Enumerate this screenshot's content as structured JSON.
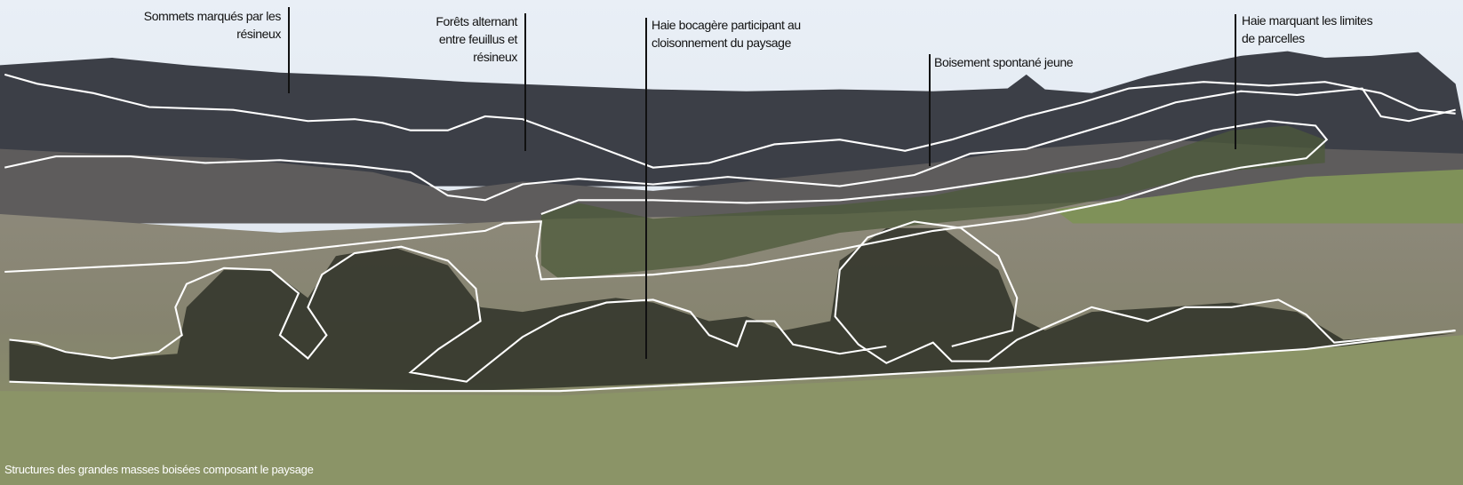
{
  "annotations": [
    {
      "lines": [
        "Sommets marqués par les",
        "résineux"
      ]
    },
    {
      "lines": [
        "Forêts alternant",
        "entre feuillus et",
        "résineux"
      ]
    },
    {
      "lines": [
        "Haie bocagère participant au",
        "cloisonnement du paysage"
      ]
    },
    {
      "lines": [
        "Boisement spontané jeune"
      ]
    },
    {
      "lines": [
        "Haie marquant les limites",
        "de parcelles"
      ]
    }
  ],
  "caption": "Structures des grandes masses boisées composant le paysage",
  "colors": {
    "outline": "#ffffff",
    "text": "#111111",
    "sky": "#e6edf5",
    "forest": "#3b3e46",
    "field": "#8d8b7a",
    "grass": "#7e8a5c"
  }
}
